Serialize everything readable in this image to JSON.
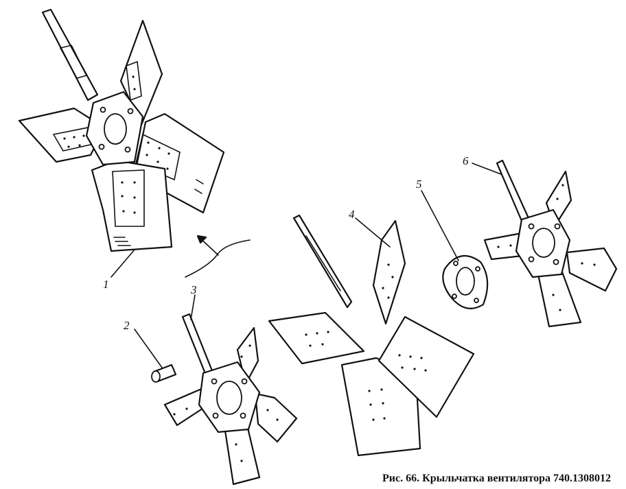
{
  "caption": "Рис. 66. Крыльчатка вентилятора 740.1308012",
  "callouts": [
    {
      "id": "1",
      "label": "1"
    },
    {
      "id": "2",
      "label": "2"
    },
    {
      "id": "3",
      "label": "3"
    },
    {
      "id": "4",
      "label": "4"
    },
    {
      "id": "5",
      "label": "5"
    },
    {
      "id": "6",
      "label": "6"
    }
  ]
}
